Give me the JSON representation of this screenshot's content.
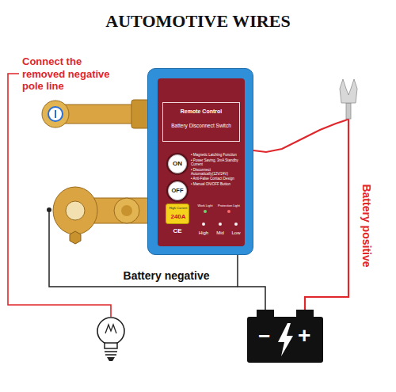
{
  "diagram": {
    "title": "AUTOMOTIVE WIRES",
    "nodes": [
      {
        "text": [
          "Remote Control",
          "Battery Disconnect Switch",
          "• Magnetic Latching Function",
          "• Power Saving, 3mA Standby Current",
          "• Disconnect Automatically(12V/24V)",
          "• Anti-False Contact Design",
          "• Manual ON/OFF Button",
          "Work Light",
          "Protection Light",
          "CE",
          "High",
          "Mid",
          "Low"
        ]
      },
      {
        "text": [
          "ON"
        ],
        "in": 0
      },
      {
        "text": [
          "OFF"
        ],
        "in": 0
      },
      {
        "text": [
          "High Current",
          "240A"
        ],
        "in": 0
      },
      {
        "text": [
          "−",
          "+"
        ]
      }
    ],
    "edges": [
      {
        "from": 0,
        "to": 4,
        "arrow": "none",
        "label": "Battery negative"
      },
      {
        "from": 0,
        "to": 4,
        "arrow": "none",
        "label": "Battery positive"
      }
    ],
    "labels": [
      "Connect the removed negative pole line"
    ]
  }
}
